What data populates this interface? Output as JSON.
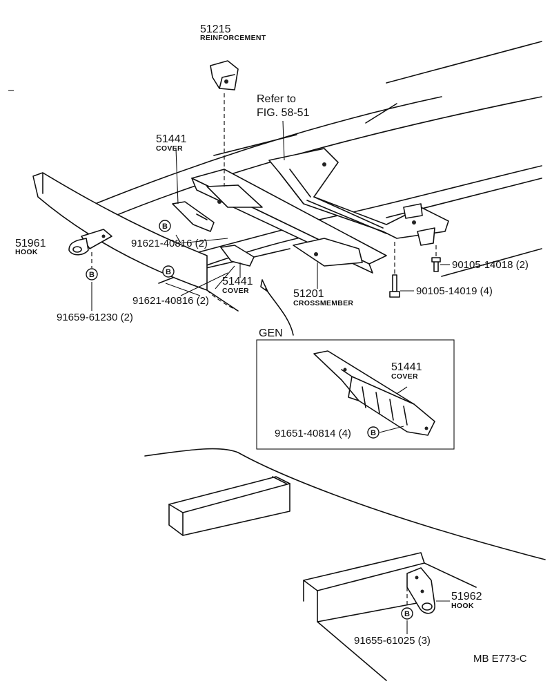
{
  "labels": {
    "reinforcement_num": "51215",
    "reinforcement_name": "REINFORCEMENT",
    "refer_line1": "Refer to",
    "refer_line2": "FIG. 58-51",
    "cover_top_num": "51441",
    "cover_top_name": "COVER",
    "hook_left_num": "51961",
    "hook_left_name": "HOOK",
    "bolt_cover_a": "91621-40816 (2)",
    "bolt_cover_b": "91621-40816 (2)",
    "cover_mid_num": "51441",
    "cover_mid_name": "COVER",
    "crossmember_num": "51201",
    "crossmember_name": "CROSSMEMBER",
    "bolt_right_a": "90105-14018 (2)",
    "bolt_right_b": "90105-14019 (4)",
    "bolt_hook_left": "91659-61230 (2)",
    "gen_label": "GEN",
    "inset_cover_num": "51441",
    "inset_cover_name": "COVER",
    "inset_bolt": "91651-40814 (4)",
    "hook_right_num": "51962",
    "hook_right_name": "HOOK",
    "bolt_hook_right": "91655-61025 (3)",
    "fastener_symbol": "B",
    "diagram_code": "MB  E773-C"
  }
}
